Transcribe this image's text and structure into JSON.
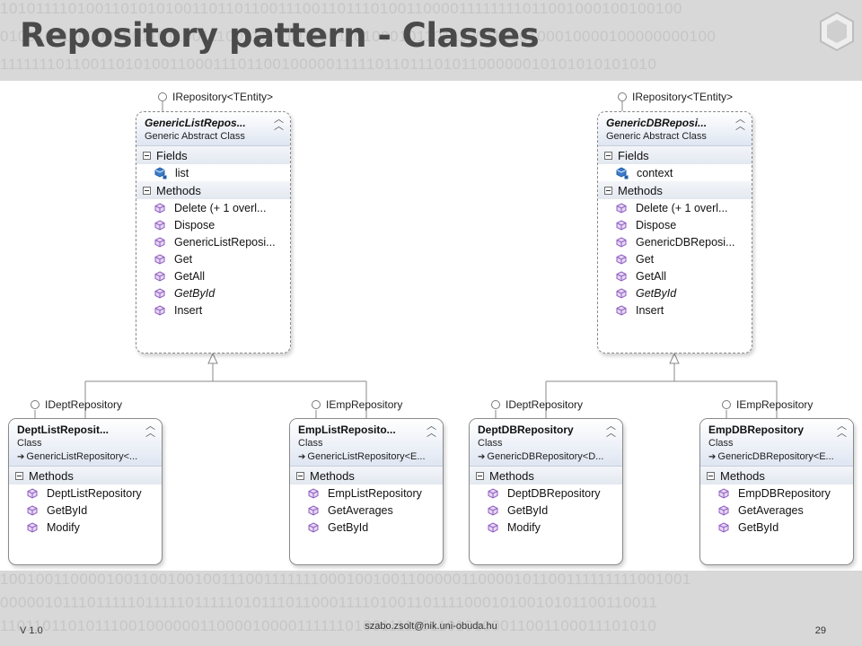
{
  "slide": {
    "title": "Repository pattern - Classes",
    "footer_left": "V 1.0",
    "footer_center": "szabo.zsolt@nik.uni-obuda.hu",
    "footer_right": "29"
  },
  "background": {
    "binary_top": [
      "1010111101001101010100110110110011100110111010011000011111111011001000100100100",
      "0100101110000100110110011100111101011001101000101101110011010100010000100000000100",
      "1111111011001101010011000111011001000001111101101110101100000010101010101010"
    ],
    "binary_bottom": [
      "10010011000010011001001001110011111110001001001100000110000101100111111111001001",
      "00000101110111110111110111110101110110001111010011011110001010010101100110011",
      "1101101101011100100000011000010000111111010011111011010100011001100011101010"
    ]
  },
  "diagram": {
    "interfaces": {
      "irepo_left": "IRepository<TEntity>",
      "irepo_right": "IRepository<TEntity>",
      "idept_1": "IDeptRepository",
      "iemp_1": "IEmpRepository",
      "idept_2": "IDeptRepository",
      "iemp_2": "IEmpRepository"
    },
    "compartments": {
      "fields": "Fields",
      "methods": "Methods"
    },
    "generic_list": {
      "name": "GenericListRepos...",
      "kind": "Generic Abstract Class",
      "fields": [
        "list"
      ],
      "methods": [
        "Delete (+ 1 overl...",
        "Dispose",
        "GenericListReposi...",
        "Get",
        "GetAll",
        "GetById",
        "Insert"
      ]
    },
    "generic_db": {
      "name": "GenericDBReposi...",
      "kind": "Generic Abstract Class",
      "fields": [
        "context"
      ],
      "methods": [
        "Delete (+ 1 overl...",
        "Dispose",
        "GenericDBReposi...",
        "Get",
        "GetAll",
        "GetById",
        "Insert"
      ]
    },
    "dept_list": {
      "name": "DeptListReposit...",
      "kind": "Class",
      "base": "GenericListRepository<...",
      "methods": [
        "DeptListRepository",
        "GetById",
        "Modify"
      ]
    },
    "emp_list": {
      "name": "EmpListReposito...",
      "kind": "Class",
      "base": "GenericListRepository<E...",
      "methods": [
        "EmpListRepository",
        "GetAverages",
        "GetById"
      ]
    },
    "dept_db": {
      "name": "DeptDBRepository",
      "kind": "Class",
      "base": "GenericDBRepository<D...",
      "methods": [
        "DeptDBRepository",
        "GetById",
        "Modify"
      ]
    },
    "emp_db": {
      "name": "EmpDBRepository",
      "kind": "Class",
      "base": "GenericDBRepository<E...",
      "methods": [
        "EmpDBRepository",
        "GetAverages",
        "GetById"
      ]
    }
  },
  "colors": {
    "band": "#d8d8d8",
    "title": "#4a4a4a",
    "method_icon": "#8e5cc0",
    "field_icon": "#1f5fa8",
    "connector": "#8a8a8a"
  },
  "icons": {
    "method": "method-cube-icon",
    "field": "field-cube-icon",
    "collapse": "double-chevron-up-icon",
    "inherit": "inheritance-arrow-icon"
  }
}
